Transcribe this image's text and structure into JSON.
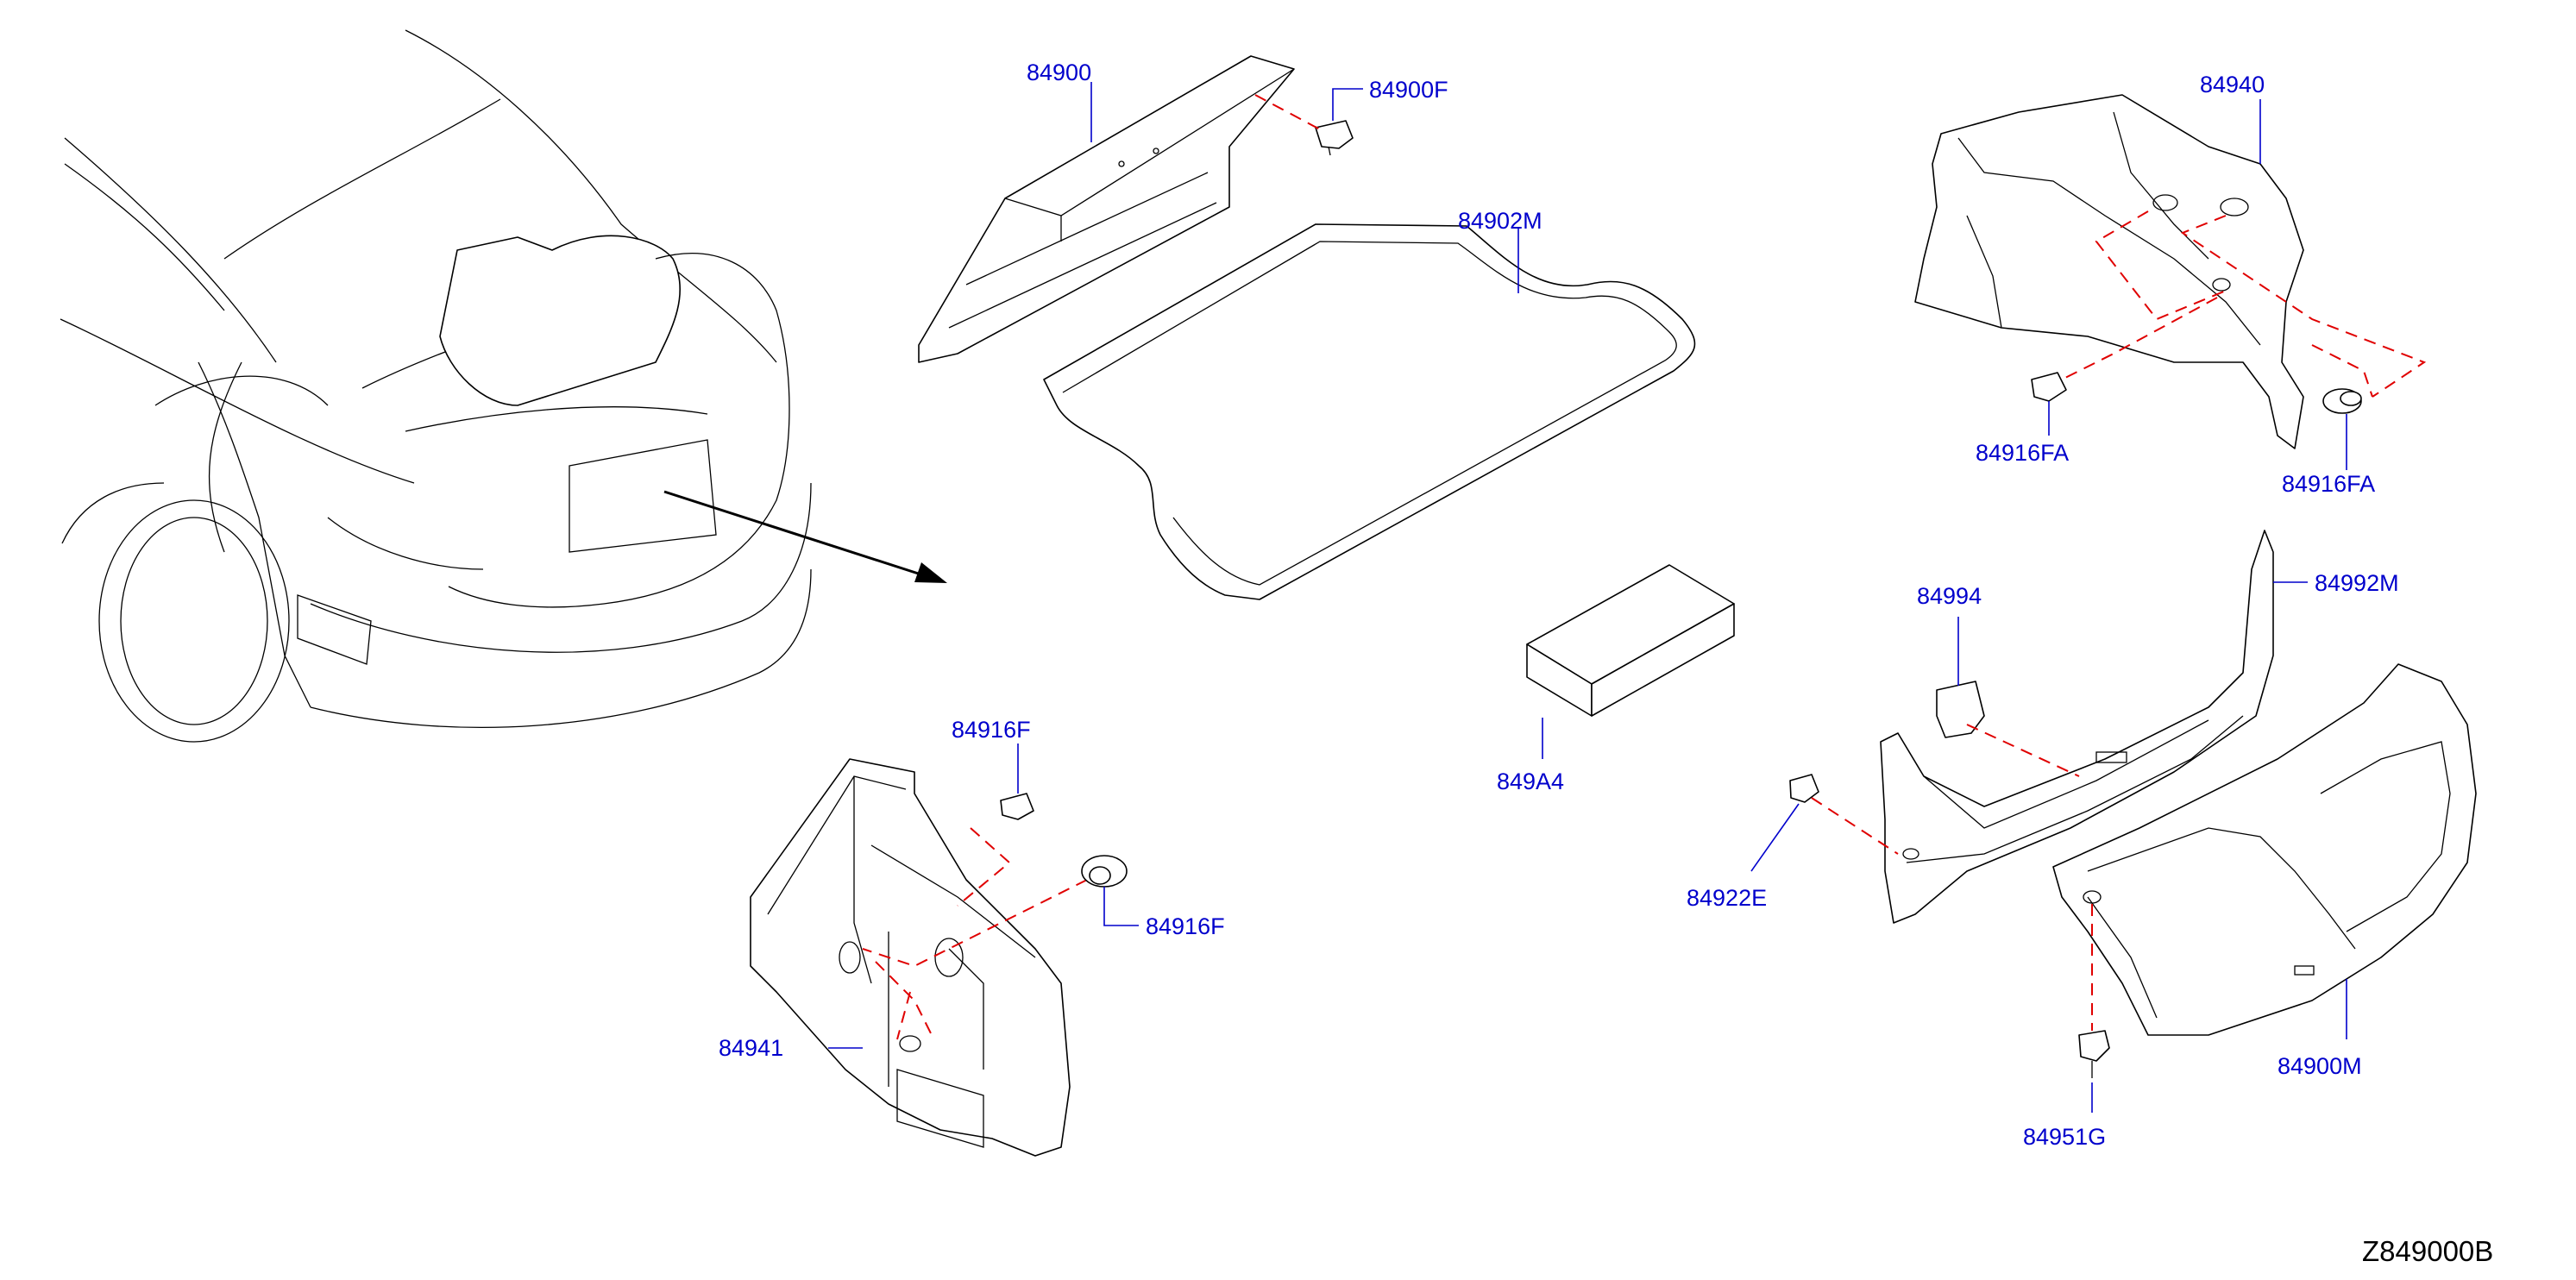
{
  "diagram": {
    "figure_code": "Z849000B",
    "callouts": {
      "p84900": "84900",
      "p84900F": "84900F",
      "p84902M": "84902M",
      "p84940": "84940",
      "p84916FA_left": "84916FA",
      "p84916FA_right": "84916FA",
      "p84994": "84994",
      "p84992M": "84992M",
      "p849A4": "849A4",
      "p84916F_top": "84916F",
      "p84916F_right": "84916F",
      "p84941": "84941",
      "p84922E": "84922E",
      "p84951G": "84951G",
      "p84900M": "84900M"
    },
    "colors": {
      "line_art": "#000000",
      "callout_text": "#0000cc",
      "dashed_guides": "#e00000",
      "background": "#ffffff"
    }
  }
}
